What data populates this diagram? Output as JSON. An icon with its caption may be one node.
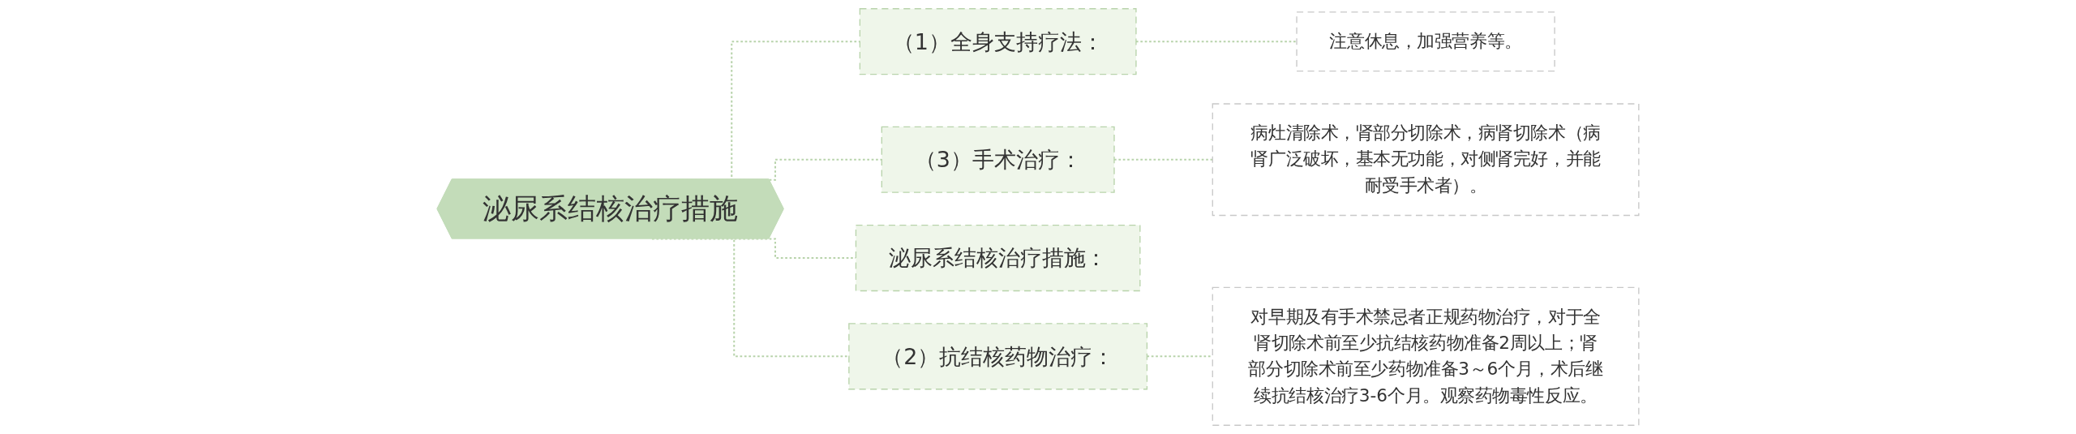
{
  "diagram": {
    "nodes": [
      {
        "text": [
          "泌尿系结核治疗措施"
        ]
      },
      {
        "text": [
          "（1）全身支持疗法："
        ]
      },
      {
        "text": [
          "注意休息，加强营养等。"
        ]
      },
      {
        "text": [
          "（3）手术治疗："
        ]
      },
      {
        "text": [
          "病灶清除术，肾部分切除术，病肾切除术（病肾广泛破坏，基本无功能，对侧肾完好，并能耐受手术者）。"
        ]
      },
      {
        "text": [
          "泌尿系结核治疗措施："
        ]
      },
      {
        "text": [
          "（2）抗结核药物治疗："
        ]
      },
      {
        "text": [
          "对早期及有手术禁忌者正规药物治疗，对于全肾切除术前至少抗结核药物准备2周以上；肾部分切除术前至少药物准备3～6个月，术后继续抗结核治疗3-6个月。观察药物毒性反应。"
        ]
      }
    ],
    "edges": [
      {
        "from": 0,
        "to": 1,
        "arrow": "none",
        "style": "dashed"
      },
      {
        "from": 1,
        "to": 2,
        "arrow": "none",
        "style": "dashed"
      },
      {
        "from": 0,
        "to": 3,
        "arrow": "none",
        "style": "dashed"
      },
      {
        "from": 3,
        "to": 4,
        "arrow": "none",
        "style": "dashed"
      },
      {
        "from": 0,
        "to": 5,
        "arrow": "none",
        "style": "dashed"
      },
      {
        "from": 0,
        "to": 6,
        "arrow": "none",
        "style": "dashed"
      },
      {
        "from": 6,
        "to": 7,
        "arrow": "none",
        "style": "dashed"
      }
    ]
  }
}
